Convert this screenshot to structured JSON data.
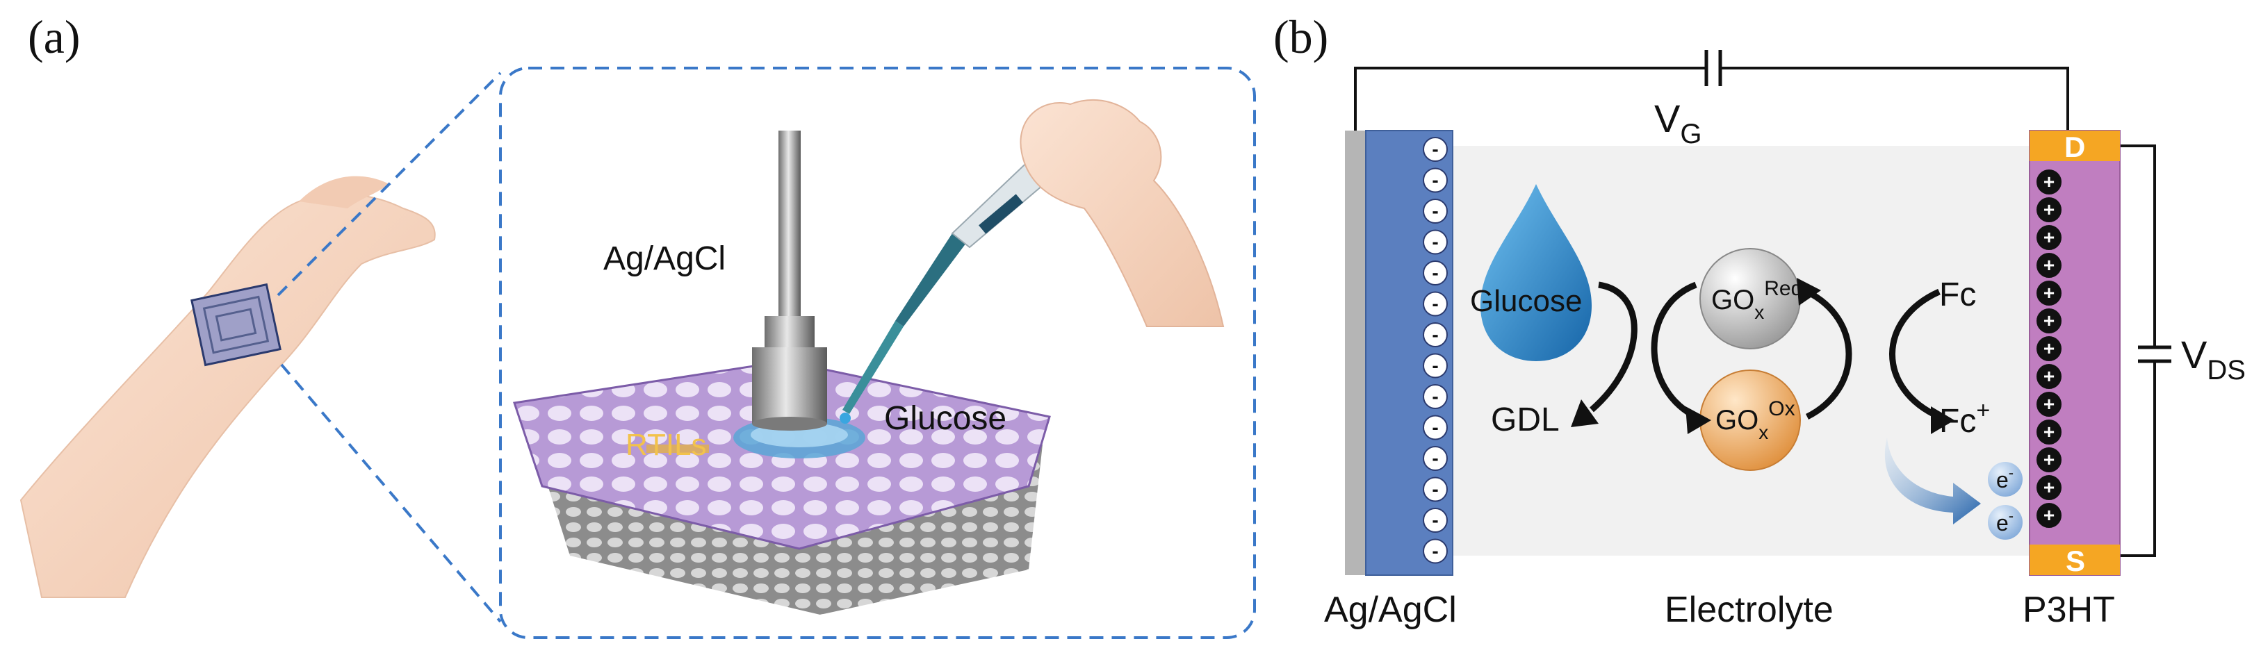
{
  "panel_a": {
    "label": "(a)",
    "electrode_label": "Ag/AgCl",
    "liquid_label": "RTILs",
    "drop_label": "Glucose"
  },
  "panel_b": {
    "label": "(b)",
    "gate_voltage": {
      "symbol": "V",
      "subscript": "G"
    },
    "drain_source_voltage": {
      "symbol": "V",
      "subscript": "DS"
    },
    "drain_label": "D",
    "source_label": "S",
    "bottom_labels": {
      "gate": "Ag/AgCl",
      "electrolyte": "Electrolyte",
      "channel": "P3HT"
    },
    "glucose_label": "Glucose",
    "product_label": "GDL",
    "gox_red": {
      "base": "GO",
      "sub": "x",
      "sup": "Red"
    },
    "gox_ox": {
      "base": "GO",
      "sub": "x",
      "sup": "Ox"
    },
    "fc_label": "Fc",
    "fc_plus": {
      "base": "Fc",
      "sup": "+"
    },
    "electron": {
      "base": "e",
      "sup": "-"
    },
    "gate_ion_symbol": "-",
    "channel_ion_symbol": "+",
    "colors": {
      "gate_electrode": "#5b7fbf",
      "channel": "#c07ec0",
      "contacts": "#f5a623",
      "electrolyte": "#f1f1f1",
      "glucose_drop": "#2c86c8",
      "electron": "#8fb4e0",
      "arrow_blue": "#1f5fa8"
    }
  }
}
